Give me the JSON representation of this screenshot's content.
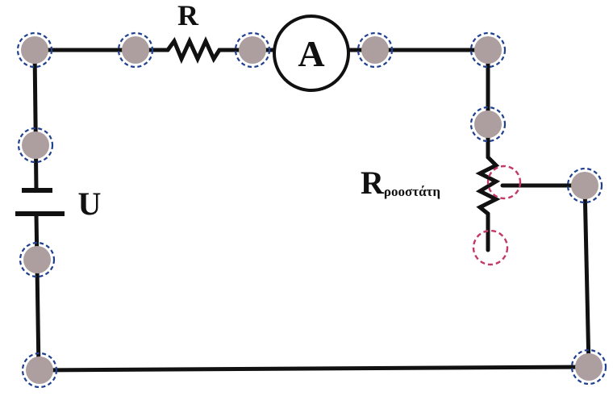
{
  "labels": {
    "resistor": "R",
    "ammeter": "A",
    "battery": "U",
    "rheostat_main": "R",
    "rheostat_sub": "ροοστάτη"
  },
  "colors": {
    "wire": "#111111",
    "node_fill": "#ad9f9f",
    "node_ring": "#1f3f8f",
    "empty_socket_ring": "#c2386a",
    "background": "#ffffff"
  },
  "icons": {
    "resistor": "zigzag-resistor-symbol",
    "ammeter": "circle-ammeter-symbol",
    "battery": "battery-cell-symbol",
    "rheostat": "variable-resistor-symbol"
  }
}
